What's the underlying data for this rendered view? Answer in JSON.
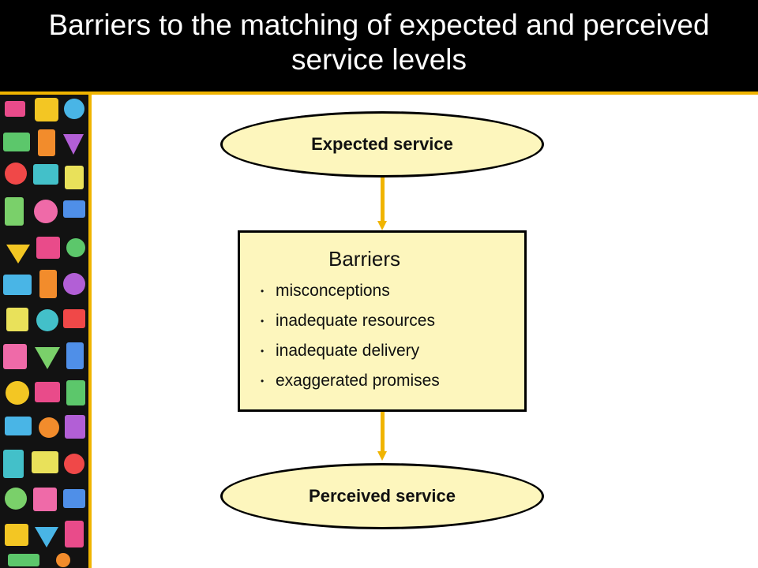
{
  "title": "Barriers to the matching of expected and perceived service levels",
  "diagram": {
    "top_node": "Expected service",
    "middle_box": {
      "heading": "Barriers",
      "items": [
        "misconceptions",
        "inadequate resources",
        "inadequate delivery",
        "exaggerated promises"
      ]
    },
    "bottom_node": "Perceived service"
  },
  "colors": {
    "title_background": "#000000",
    "accent": "#f0b400",
    "node_fill": "#fdf6bd"
  }
}
